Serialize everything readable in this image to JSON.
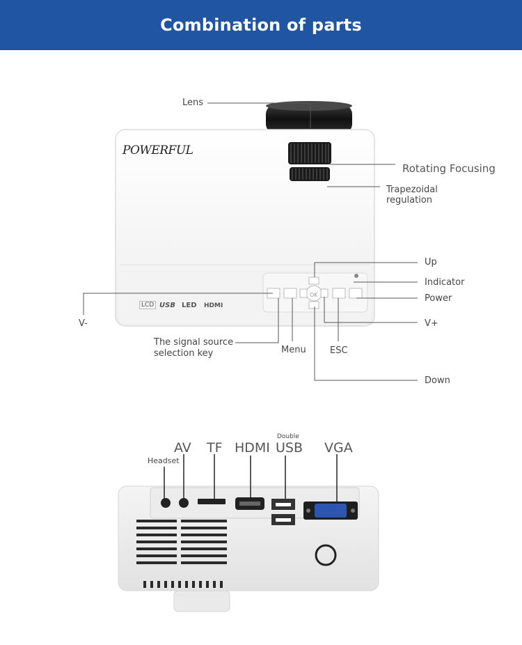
{
  "header": {
    "title": "Combination of parts"
  },
  "top_labels": {
    "lens": "Lens",
    "rotating_focusing": "Rotating Focusing",
    "trapezoidal_line1": "Trapezoidal",
    "trapezoidal_line2": "regulation",
    "up": "Up",
    "indicator": "Indicator",
    "power": "Power",
    "v_plus": "V+",
    "v_minus": "V-",
    "signal_line1": "The signal source",
    "signal_line2": "selection key",
    "menu": "Menu",
    "esc": "ESC",
    "down": "Down"
  },
  "device_text": {
    "brand": "POWERFUL",
    "lcd": "LCD",
    "usb": "USB",
    "led": "LED",
    "hdmi": "HDMI",
    "ok": "OK"
  },
  "port_labels": {
    "headset": "Headset",
    "av": "AV",
    "tf": "TF",
    "hdmi": "HDMI",
    "double": "Double",
    "usb": "USB",
    "vga": "VGA"
  }
}
